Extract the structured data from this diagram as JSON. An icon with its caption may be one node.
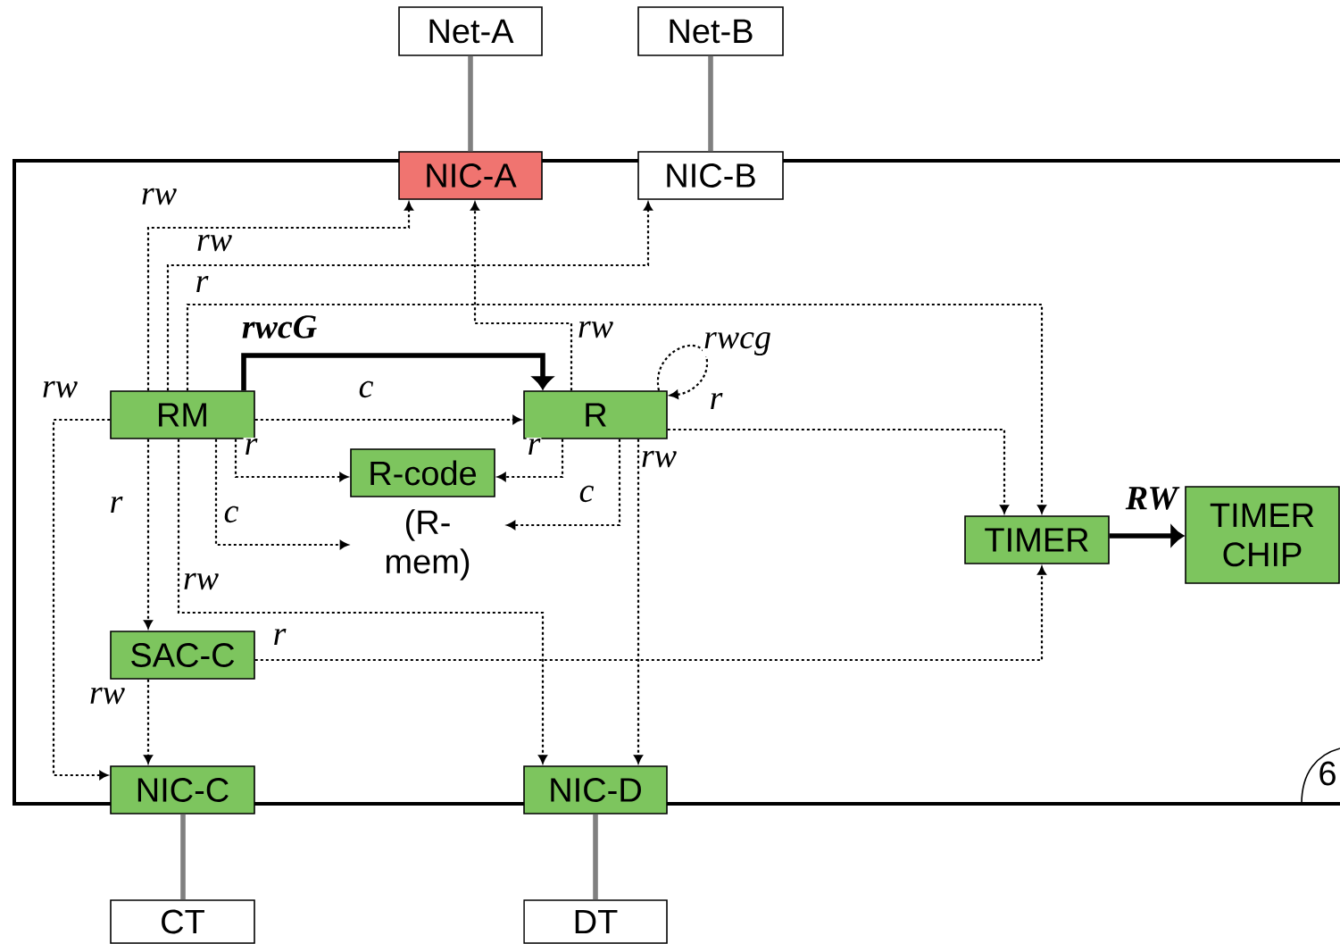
{
  "diagram": {
    "nodes": [
      {
        "text": [
          "Net-A"
        ]
      },
      {
        "text": [
          "Net-B"
        ]
      },
      {
        "text": [
          "NIC-A"
        ]
      },
      {
        "text": [
          "NIC-B"
        ]
      },
      {
        "text": [
          "RM"
        ]
      },
      {
        "text": [
          "R"
        ]
      },
      {
        "text": [
          "R-code"
        ]
      },
      {
        "text": [
          "(R- mem)"
        ]
      },
      {
        "text": [
          "TIMER"
        ]
      },
      {
        "text": [
          "TIMER CHIP"
        ]
      },
      {
        "text": [
          "SAC-C"
        ]
      },
      {
        "text": [
          "NIC-C"
        ]
      },
      {
        "text": [
          "NIC-D"
        ]
      },
      {
        "text": [
          "CT"
        ]
      },
      {
        "text": [
          "DT"
        ]
      }
    ],
    "edges": [
      {
        "from": 0,
        "to": 2,
        "arrow": "none",
        "style": "thick",
        "color": "#808080"
      },
      {
        "from": 1,
        "to": 3,
        "arrow": "none",
        "style": "thick",
        "color": "#808080"
      },
      {
        "from": 11,
        "to": 13,
        "arrow": "none",
        "style": "thick",
        "color": "#808080"
      },
      {
        "from": 12,
        "to": 14,
        "arrow": "none",
        "style": "thick",
        "color": "#808080"
      },
      {
        "from": 4,
        "to": 2,
        "arrow": "to",
        "label": "rw",
        "style": "dashed"
      },
      {
        "from": 4,
        "to": 3,
        "arrow": "to",
        "label": "rw",
        "style": "dashed"
      },
      {
        "from": 4,
        "to": 8,
        "arrow": "to",
        "label": "r",
        "style": "dashed"
      },
      {
        "from": 4,
        "to": 5,
        "arrow": "to",
        "label": "c",
        "style": "dashed"
      },
      {
        "from": 4,
        "to": 5,
        "arrow": "to",
        "label": "rwcG",
        "style": "thick"
      },
      {
        "from": 4,
        "to": 6,
        "arrow": "to",
        "label": "r",
        "style": "dashed"
      },
      {
        "from": 4,
        "to": 7,
        "arrow": "to",
        "label": "c",
        "style": "dashed"
      },
      {
        "from": 4,
        "to": 10,
        "arrow": "to",
        "label": "r",
        "style": "dashed"
      },
      {
        "from": 4,
        "to": 12,
        "arrow": "to",
        "label": "rw",
        "style": "dashed"
      },
      {
        "from": 4,
        "to": 11,
        "arrow": "to",
        "label": "rw",
        "style": "dashed"
      },
      {
        "from": 5,
        "to": 2,
        "arrow": "to",
        "label": "rw",
        "style": "dashed"
      },
      {
        "from": 5,
        "to": 5,
        "arrow": "to",
        "label": "rwcg",
        "style": "dashed"
      },
      {
        "from": 5,
        "to": 8,
        "arrow": "to",
        "label": "r",
        "style": "dashed"
      },
      {
        "from": 5,
        "to": 6,
        "arrow": "to",
        "label": "r",
        "style": "dashed"
      },
      {
        "from": 5,
        "to": 7,
        "arrow": "to",
        "label": "c",
        "style": "dashed"
      },
      {
        "from": 5,
        "to": 12,
        "arrow": "to",
        "label": "rw",
        "style": "dashed"
      },
      {
        "from": 8,
        "to": 9,
        "arrow": "to",
        "label": "RW",
        "style": "thick"
      },
      {
        "from": 10,
        "to": 8,
        "arrow": "to",
        "label": "r",
        "style": "dashed"
      },
      {
        "from": 10,
        "to": 11,
        "arrow": "to",
        "label": "rw",
        "style": "dashed"
      }
    ],
    "labels": [
      "6"
    ]
  }
}
